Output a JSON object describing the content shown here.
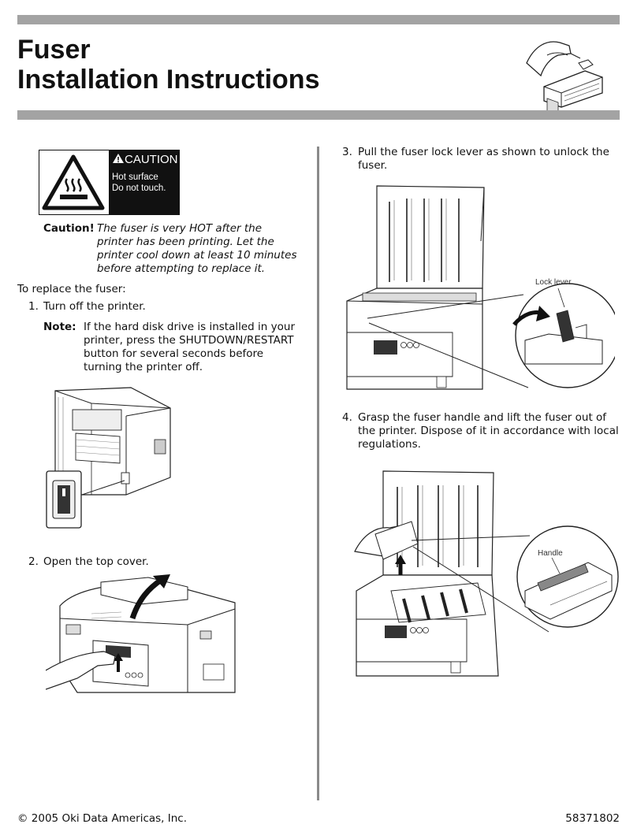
{
  "header": {
    "title_line1": "Fuser",
    "title_line2": "Installation Instructions"
  },
  "caution_label": {
    "heading": "CAUTION",
    "line1": "Hot surface",
    "line2": "Do not touch."
  },
  "caution_note": {
    "label": "Caution!",
    "lines": [
      "The fuser is very HOT after the",
      "printer has been printing. Let the",
      "printer cool down at least 10 minutes",
      "before attempting to replace it."
    ]
  },
  "intro": "To replace the fuser:",
  "steps": [
    {
      "number": "1.",
      "text": "Turn off the printer."
    },
    {
      "number": "2.",
      "text": "Open the top cover."
    },
    {
      "number": "3.",
      "lines": [
        "Pull the fuser lock lever as shown to unlock the",
        "fuser."
      ]
    },
    {
      "number": "4.",
      "lines": [
        "Grasp the fuser handle and lift the fuser out of",
        "the printer. Dispose of it in accordance with local",
        "regulations."
      ]
    }
  ],
  "note": {
    "label": "Note:",
    "lines": [
      "If the hard disk drive is installed in your",
      "printer, press the SHUTDOWN/RESTART",
      "button for several seconds before",
      "turning the printer off."
    ]
  },
  "figures": {
    "lock_lever_label": "Lock lever",
    "handle_label": "Handle"
  },
  "footer": {
    "copyright": "© 2005 Oki Data Americas, Inc.",
    "part_number": "58371802"
  }
}
